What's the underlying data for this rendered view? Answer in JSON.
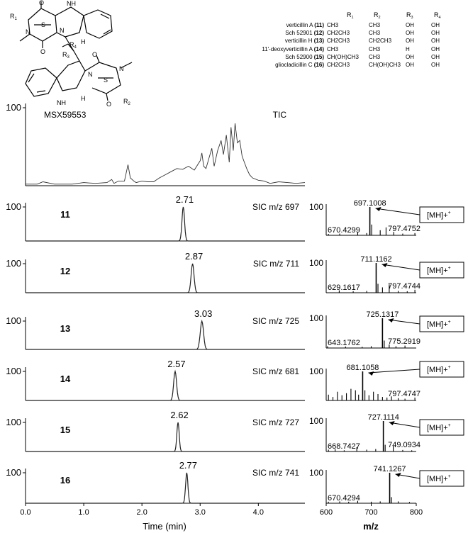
{
  "structure": {
    "label_r1": "R",
    "label_r2": "R",
    "label_r3": "R",
    "label_r4": "R",
    "atom_o": "O",
    "atom_n": "N",
    "atom_s": "S",
    "atom_nh": "NH",
    "atom_h": "H"
  },
  "compound_table": {
    "headers": [
      "R1",
      "R2",
      "R3",
      "R4"
    ],
    "rows": [
      {
        "name": "verticillin A (11)",
        "r1": "CH3",
        "r2": "CH3",
        "r3": "OH",
        "r4": "OH"
      },
      {
        "name": "Sch 52901 (12)",
        "r1": "CH2CH3",
        "r2": "CH3",
        "r3": "OH",
        "r4": "OH"
      },
      {
        "name": "verticillin H (13)",
        "r1": "CH2CH3",
        "r2": "CH2CH3",
        "r3": "OH",
        "r4": "OH"
      },
      {
        "name": "11'-deoxyverticillin A (14)",
        "r1": "CH3",
        "r2": "CH3",
        "r3": "H",
        "r4": "OH"
      },
      {
        "name": "Sch 52900 (15)",
        "r1": "CH(OH)CH3",
        "r2": "CH3",
        "r3": "OH",
        "r4": "OH"
      },
      {
        "name": "gliocladicillin C (16)",
        "r1": "CH2CH3",
        "r2": "CH(OH)CH3",
        "r3": "OH",
        "r4": "OH"
      }
    ]
  },
  "chart_data": [
    {
      "type": "line",
      "label_left": "MSX59553",
      "label_right": "TIC",
      "ytick": "100",
      "xlim": [
        0,
        4.8
      ],
      "ylim": [
        0,
        100
      ],
      "x": [
        0.0,
        0.2,
        0.3,
        0.5,
        0.8,
        1.0,
        1.2,
        1.4,
        1.48,
        1.52,
        1.6,
        1.7,
        1.76,
        1.8,
        1.86,
        1.9,
        2.0,
        2.1,
        2.2,
        2.3,
        2.4,
        2.5,
        2.6,
        2.7,
        2.8,
        2.9,
        3.0,
        3.03,
        3.06,
        3.1,
        3.15,
        3.2,
        3.24,
        3.3,
        3.36,
        3.4,
        3.45,
        3.5,
        3.53,
        3.57,
        3.6,
        3.64,
        3.68,
        3.72,
        3.76,
        3.8,
        3.85,
        3.9,
        4.0,
        4.1,
        4.2,
        4.35,
        4.5,
        4.65,
        4.8
      ],
      "y": [
        2,
        2,
        5,
        2,
        2,
        4,
        3,
        4,
        8,
        3,
        6,
        6,
        27,
        10,
        6,
        4,
        6,
        5,
        5,
        10,
        14,
        18,
        22,
        21,
        25,
        20,
        32,
        42,
        25,
        22,
        35,
        48,
        25,
        45,
        58,
        40,
        65,
        30,
        75,
        45,
        80,
        55,
        58,
        38,
        30,
        22,
        14,
        10,
        7,
        6,
        3,
        5,
        4,
        3,
        4
      ]
    },
    {
      "type": "line",
      "compound": "11",
      "label_right": "SIC m/z 697",
      "peak_label": "2.71",
      "ytick": "100",
      "xlim": [
        0,
        4.8
      ],
      "ylim": [
        0,
        100
      ],
      "peak_x": 2.71,
      "peak_width": 0.022,
      "peak_y": 100
    },
    {
      "type": "line",
      "compound": "12",
      "label_right": "SIC m/z 711",
      "peak_label": "2.87",
      "ytick": "100",
      "xlim": [
        0,
        4.8
      ],
      "ylim": [
        0,
        100
      ],
      "peak_x": 2.87,
      "peak_width": 0.025,
      "peak_y": 100
    },
    {
      "type": "line",
      "compound": "13",
      "label_right": "SIC m/z 725",
      "peak_label": "3.03",
      "ytick": "100",
      "xlim": [
        0,
        4.8
      ],
      "ylim": [
        0,
        100
      ],
      "peak_x": 3.03,
      "peak_width": 0.028,
      "peak_y": 100
    },
    {
      "type": "line",
      "compound": "14",
      "label_right": "SIC m/z 681",
      "peak_label": "2.57",
      "ytick": "100",
      "xlim": [
        0,
        4.8
      ],
      "ylim": [
        0,
        100
      ],
      "peak_x": 2.57,
      "peak_width": 0.025,
      "peak_y": 100
    },
    {
      "type": "line",
      "compound": "15",
      "label_right": "SIC m/z 727",
      "peak_label": "2.62",
      "ytick": "100",
      "xlim": [
        0,
        4.8
      ],
      "ylim": [
        0,
        100
      ],
      "peak_x": 2.62,
      "peak_width": 0.02,
      "peak_y": 100
    },
    {
      "type": "line",
      "compound": "16",
      "label_right": "SIC m/z 741",
      "peak_label": "2.77",
      "ytick": "100",
      "xlim": [
        0,
        4.8
      ],
      "ylim": [
        0,
        100
      ],
      "peak_x": 2.77,
      "peak_width": 0.02,
      "peak_y": 100,
      "xticks": [
        "0.0",
        "1.0",
        "2.0",
        "3.0",
        "4.0"
      ],
      "xlabel": "Time (min)"
    },
    {
      "type": "bar",
      "ytick": "100",
      "xlim": [
        600,
        800
      ],
      "ylim": [
        0,
        100
      ],
      "base_label": "697.1008",
      "left_label": "670.4299",
      "right_label": "797.4752",
      "annotation": "[M+H]+",
      "x": [
        605,
        630,
        670,
        690,
        697,
        701,
        720,
        733,
        750,
        770,
        797
      ],
      "y": [
        5,
        6,
        10,
        8,
        100,
        38,
        18,
        28,
        12,
        6,
        8
      ]
    },
    {
      "type": "bar",
      "ytick": "100",
      "xlim": [
        600,
        800
      ],
      "ylim": [
        0,
        100
      ],
      "base_label": "711.1162",
      "left_label": "629.1617",
      "right_label": "797.4744",
      "annotation": "[M+H]+",
      "x": [
        629,
        660,
        690,
        711,
        715,
        725,
        740,
        760,
        780,
        797
      ],
      "y": [
        8,
        5,
        6,
        100,
        30,
        18,
        28,
        6,
        5,
        10
      ]
    },
    {
      "type": "bar",
      "ytick": "100",
      "xlim": [
        600,
        800
      ],
      "ylim": [
        0,
        100
      ],
      "base_label": "725.1317",
      "left_label": "643.1762",
      "right_label": "775.2919",
      "annotation": "[M+H]+",
      "x": [
        603,
        643,
        680,
        700,
        725,
        729,
        740,
        755,
        775
      ],
      "y": [
        6,
        5,
        4,
        6,
        100,
        25,
        12,
        6,
        8
      ]
    },
    {
      "type": "bar",
      "ytick": "100",
      "xlim": [
        600,
        800
      ],
      "ylim": [
        0,
        100
      ],
      "base_label": "681.1058",
      "left_label": "",
      "right_label": "797.4747",
      "annotation": "[M+H]+",
      "x": [
        605,
        615,
        625,
        635,
        645,
        655,
        665,
        672,
        681,
        686,
        695,
        705,
        715,
        725,
        735,
        745,
        760,
        775,
        797
      ],
      "y": [
        20,
        12,
        30,
        18,
        25,
        40,
        35,
        20,
        100,
        35,
        18,
        30,
        22,
        12,
        10,
        14,
        8,
        6,
        10
      ]
    },
    {
      "type": "bar",
      "ytick": "100",
      "xlim": [
        600,
        800
      ],
      "ylim": [
        0,
        100
      ],
      "base_label": "727.1114",
      "left_label": "668.7427",
      "right_label": "749.0934",
      "annotation": "[M+H]+",
      "x": [
        605,
        620,
        640,
        668,
        690,
        710,
        727,
        731,
        749,
        770,
        790
      ],
      "y": [
        6,
        8,
        4,
        14,
        6,
        8,
        100,
        22,
        18,
        5,
        4
      ]
    },
    {
      "type": "bar",
      "ytick": "100",
      "xlim": [
        600,
        800
      ],
      "ylim": [
        0,
        100
      ],
      "base_label": "741.1267",
      "left_label": "670.4294",
      "right_label": "",
      "annotation": "[M+H]+",
      "x": [
        605,
        630,
        650,
        670,
        700,
        720,
        741,
        745,
        760,
        785
      ],
      "y": [
        5,
        6,
        5,
        8,
        5,
        6,
        100,
        20,
        6,
        4
      ],
      "xticks": [
        "600",
        "700",
        "800"
      ],
      "xlabel": "m/z"
    }
  ]
}
